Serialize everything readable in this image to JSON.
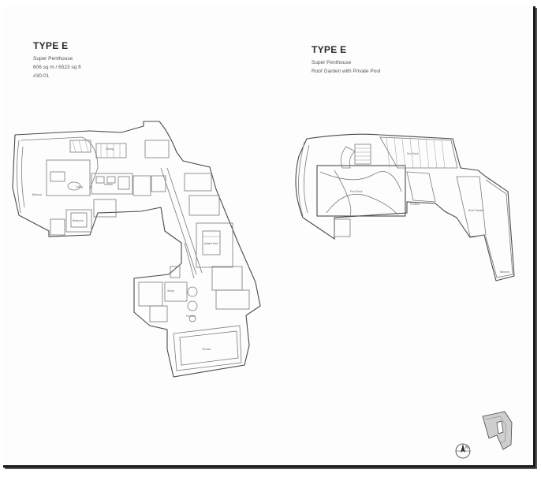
{
  "left_plan": {
    "title": "TYPE E",
    "subtitle": "Super Penthouse",
    "area": "606 sq m / 6523 sq ft",
    "unit": "#30-01"
  },
  "right_plan": {
    "title": "TYPE E",
    "subtitle": "Super Penthouse",
    "feature": "Roof Garden with Private Pool"
  },
  "icons": {
    "north_arrow": "north-arrow-icon",
    "north_letter": "N",
    "key_plan": "key-plan-icon"
  }
}
